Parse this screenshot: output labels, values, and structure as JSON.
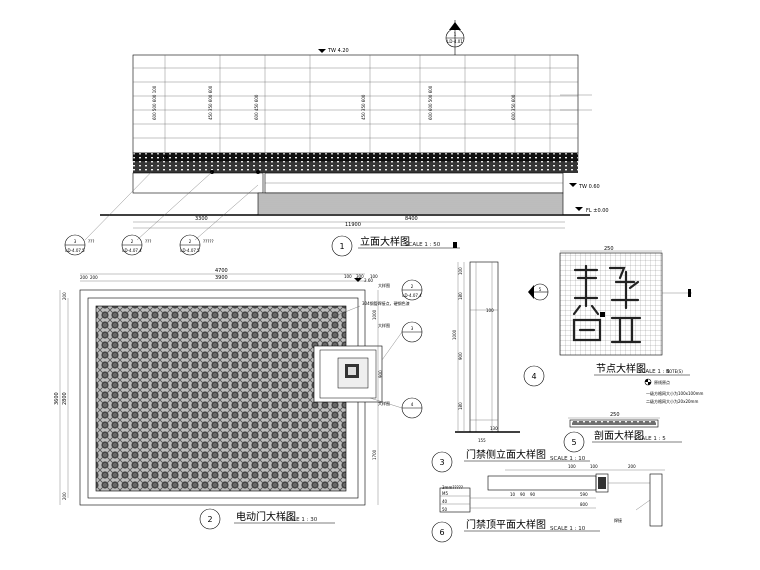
{
  "drawings": {
    "elevation": {
      "title": "立面大样图",
      "scale": "SCALE 1 : 50",
      "number": "1",
      "top_level": "TW 4.20",
      "mid_level": "TW 0.60",
      "ground_level": "FL ±0.00",
      "section_mark_num": "1",
      "section_mark_ref": "LD-4.01",
      "dims": [
        "3300",
        "8400",
        "11900"
      ],
      "details": [
        {
          "num": "3",
          "ref": "LD-4.07.5",
          "note": "???"
        },
        {
          "num": "2",
          "ref": "LD-4.07.4",
          "note": "???"
        },
        {
          "num": "2",
          "ref": "LD-4.07.5",
          "note": "?????"
        }
      ]
    },
    "gate": {
      "title": "电动门大样图",
      "scale": "SCALE 1 : 30",
      "number": "2",
      "top_dims": [
        "4700",
        "3900",
        "200",
        "200",
        "100",
        "300",
        "100"
      ],
      "left_dims": [
        "3600",
        "2800",
        "200",
        "200"
      ],
      "right_dims": [
        "900",
        "1000",
        "1700"
      ],
      "level_note": "3.60",
      "notes": [
        "大样图",
        "大样图",
        "大样图",
        "304钢管焊接点，硬钢色漆"
      ],
      "details": [
        {
          "num": "2",
          "ref": "LD-4.07.4"
        },
        {
          "num": "3",
          "ref": ""
        },
        {
          "num": "4",
          "ref": ""
        }
      ]
    },
    "side": {
      "title": "门禁侧立面大样图",
      "scale": "SCALE 1 : 10",
      "number": "3",
      "dims": [
        "100",
        "180",
        "1000",
        "900",
        "180",
        "130",
        "155"
      ]
    },
    "node": {
      "title": "节点大样图",
      "scale": "SCALE 1 : 5",
      "number": "4",
      "dim": "250",
      "note_label": "NOTE(S)",
      "notes": [
        "一级方格网大小为100x100mm",
        "二级方格网大小为20x20mm"
      ],
      "origin_label": "原线原点",
      "section_mark": "5"
    },
    "section": {
      "title": "剖面大样图",
      "scale": "SCALE 1 : 5",
      "number": "5",
      "dim": "250"
    },
    "plan": {
      "title": "门禁顶平面大样图",
      "scale": "SCALE 1 : 10",
      "number": "6",
      "dims": [
        "100",
        "100",
        "200",
        "590",
        "800",
        "10",
        "90",
        "90"
      ],
      "labels": [
        "3mm?????",
        "M5",
        "40",
        "50"
      ],
      "weld": "焊接"
    }
  }
}
